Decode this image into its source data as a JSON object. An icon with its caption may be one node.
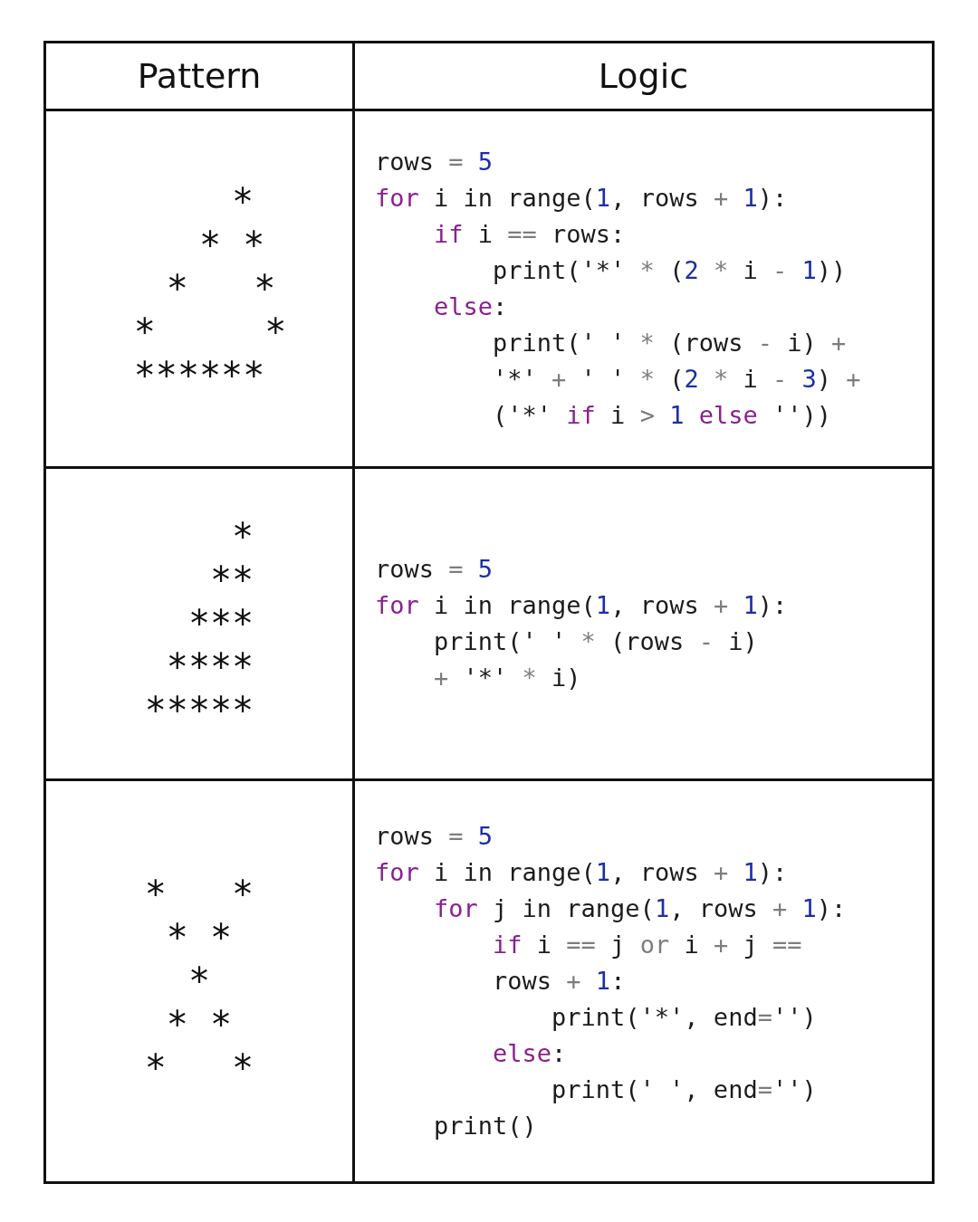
{
  "diagram": {
    "labels": [
      "Pattern",
      "Logic",
      "    *\n   * *\n  *   *\n *     *\n******",
      "rows = 5\nfor i in range(1, rows + 1):\n    if i == rows:\n        print('*' * (2 * i - 1))\n    else:\n        print(' ' * (rows - i) +\n        '*' + ' ' * (2 * i - 3) +\n        ('*' if i > 1 else ''))",
      "    *\n   **\n  ***\n ****\n*****",
      "rows = 5\nfor i in range(1, rows + 1):\n    print(' ' * (rows - i)\n    + '*' * i)",
      "*   *\n * * \n  *  \n * * \n*   *",
      "rows = 5\nfor i in range(1, rows + 1):\n    for j in range(1, rows + 1):\n        if i == j or i + j ==\n        rows + 1:\n            print('*', end='')\n        else:\n            print(' ', end='')\n    print()"
    ]
  }
}
